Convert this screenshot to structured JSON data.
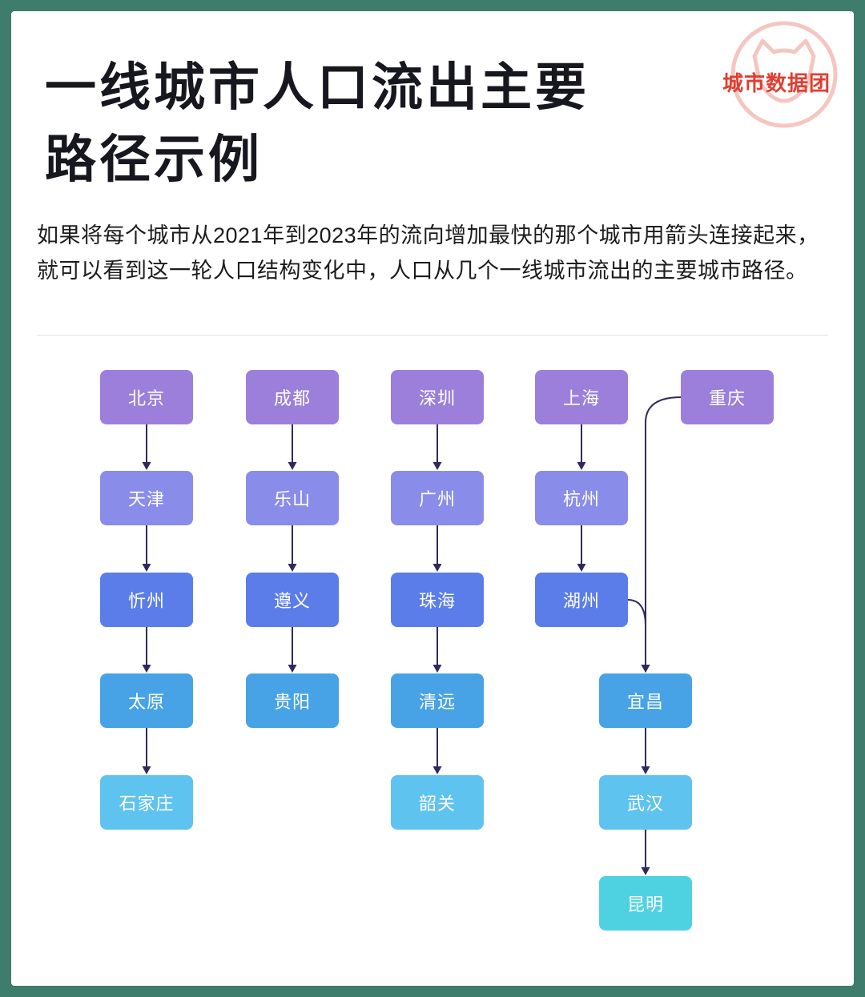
{
  "frame": {
    "background": "#3e7c6b",
    "card_background": "#ffffff"
  },
  "header": {
    "title_line1": "一线城市人口流出主要",
    "title_line2": "路径示例",
    "title_color": "#17171f",
    "logo_text": "城市数据团",
    "logo_color": "#e23d30",
    "logo_icon_color": "#f5c6c0"
  },
  "intro": {
    "text": "如果将每个城市从2021年到2023年的流向增加最快的那个城市用箭头连接起来，就可以看到这一轮人口结构变化中，人口从几个一线城市流出的主要城市路径。"
  },
  "chart_data": {
    "type": "flowchart",
    "description": "Main outflow paths of population from first-tier Chinese cities, 2021-2023",
    "arrow_color": "#2f2a5c",
    "tier_colors": {
      "1": "#9b7fdb",
      "2": "#8a8cea",
      "3": "#5b7de9",
      "4": "#47a3e6",
      "5": "#5fc3ef",
      "6": "#4ed2e2"
    },
    "nodes": [
      {
        "id": "beijing",
        "label": "北京",
        "tier": 1
      },
      {
        "id": "tianjin",
        "label": "天津",
        "tier": 2
      },
      {
        "id": "xinzhou",
        "label": "忻州",
        "tier": 3
      },
      {
        "id": "taiyuan",
        "label": "太原",
        "tier": 4
      },
      {
        "id": "shijiazhuang",
        "label": "石家庄",
        "tier": 5
      },
      {
        "id": "chengdu",
        "label": "成都",
        "tier": 1
      },
      {
        "id": "leshan",
        "label": "乐山",
        "tier": 2
      },
      {
        "id": "zunyi",
        "label": "遵义",
        "tier": 3
      },
      {
        "id": "guiyang",
        "label": "贵阳",
        "tier": 4
      },
      {
        "id": "shenzhen",
        "label": "深圳",
        "tier": 1
      },
      {
        "id": "guangzhou",
        "label": "广州",
        "tier": 2
      },
      {
        "id": "zhuhai",
        "label": "珠海",
        "tier": 3
      },
      {
        "id": "qingyuan",
        "label": "清远",
        "tier": 4
      },
      {
        "id": "shaoguan",
        "label": "韶关",
        "tier": 5
      },
      {
        "id": "shanghai",
        "label": "上海",
        "tier": 1
      },
      {
        "id": "hangzhou",
        "label": "杭州",
        "tier": 2
      },
      {
        "id": "huzhou",
        "label": "湖州",
        "tier": 3
      },
      {
        "id": "chongqing",
        "label": "重庆",
        "tier": 1
      },
      {
        "id": "yichang",
        "label": "宜昌",
        "tier": 4
      },
      {
        "id": "wuhan",
        "label": "武汉",
        "tier": 5
      },
      {
        "id": "kunming",
        "label": "昆明",
        "tier": 6
      }
    ],
    "edges": [
      {
        "from": "beijing",
        "to": "tianjin"
      },
      {
        "from": "tianjin",
        "to": "xinzhou"
      },
      {
        "from": "xinzhou",
        "to": "taiyuan"
      },
      {
        "from": "taiyuan",
        "to": "shijiazhuang"
      },
      {
        "from": "chengdu",
        "to": "leshan"
      },
      {
        "from": "leshan",
        "to": "zunyi"
      },
      {
        "from": "zunyi",
        "to": "guiyang"
      },
      {
        "from": "shenzhen",
        "to": "guangzhou"
      },
      {
        "from": "guangzhou",
        "to": "zhuhai"
      },
      {
        "from": "zhuhai",
        "to": "qingyuan"
      },
      {
        "from": "qingyuan",
        "to": "shaoguan"
      },
      {
        "from": "shanghai",
        "to": "hangzhou"
      },
      {
        "from": "hangzhou",
        "to": "huzhou"
      },
      {
        "from": "chongqing",
        "to": "yichang"
      },
      {
        "from": "huzhou",
        "to": "yichang"
      },
      {
        "from": "yichang",
        "to": "wuhan"
      },
      {
        "from": "wuhan",
        "to": "kunming"
      }
    ]
  }
}
